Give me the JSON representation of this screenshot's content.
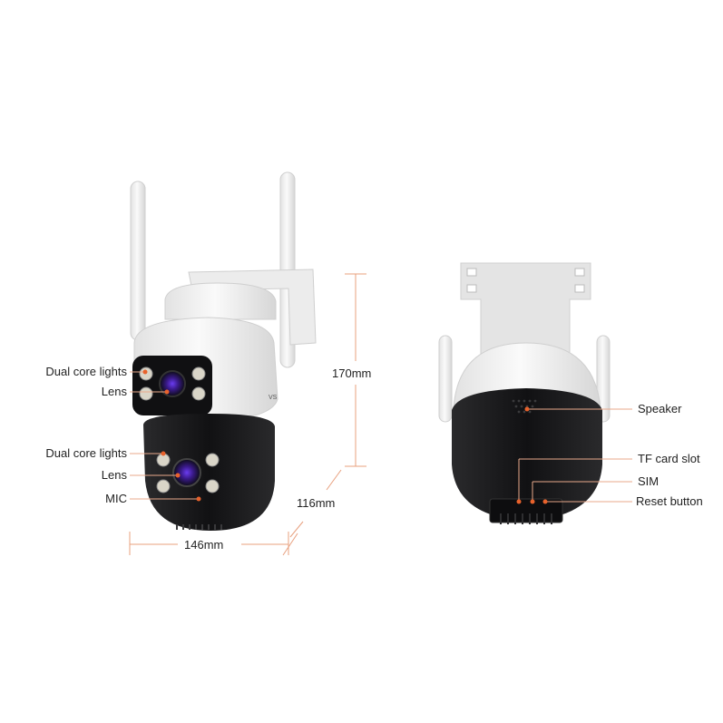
{
  "front_view": {
    "labels": {
      "lights_upper": "Dual core lights",
      "lens_upper": "Lens",
      "lights_lower": "Dual core lights",
      "lens_lower": "Lens",
      "mic": "MIC"
    },
    "dimensions": {
      "height": "170mm",
      "depth": "116mm",
      "width": "146mm"
    }
  },
  "back_view": {
    "labels": {
      "speaker": "Speaker",
      "tf_card_slot": "TF card slot",
      "sim": "SIM",
      "reset_button": "Reset button"
    }
  },
  "colors": {
    "callout_dot": "#e8622c",
    "callout_line": "#e9a98b",
    "dimension_line": "#e8a07e",
    "body_white": "#f1f1f1",
    "body_black": "#1b1b1d"
  }
}
